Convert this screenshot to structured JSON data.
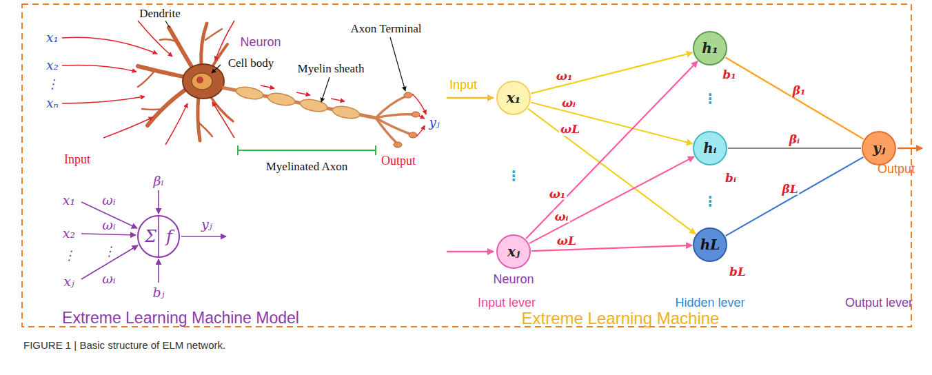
{
  "diagram": {
    "caption": "FIGURE 1 | Basic structure of ELM network.",
    "nodes": [
      {
        "text": [
          "Σ",
          "f"
        ]
      },
      {
        "text": [
          "x₁"
        ]
      },
      {
        "text": [
          "xⱼ"
        ]
      },
      {
        "text": [
          "h₁"
        ]
      },
      {
        "text": [
          "hᵢ"
        ]
      },
      {
        "text": [
          "hL"
        ]
      },
      {
        "text": [
          "yⱼ"
        ]
      }
    ],
    "edges": [
      {
        "from": 1,
        "to": 3,
        "arrow": "to",
        "label": "ω₁"
      },
      {
        "from": 1,
        "to": 4,
        "arrow": "to",
        "label": "ωᵢ"
      },
      {
        "from": 1,
        "to": 5,
        "arrow": "to",
        "label": "ωL"
      },
      {
        "from": 2,
        "to": 3,
        "arrow": "to",
        "label": "ω₁"
      },
      {
        "from": 2,
        "to": 4,
        "arrow": "to",
        "label": "ωᵢ"
      },
      {
        "from": 2,
        "to": 5,
        "arrow": "to",
        "label": "ωL"
      },
      {
        "from": 3,
        "to": 6,
        "arrow": "none",
        "label": "β₁"
      },
      {
        "from": 4,
        "to": 6,
        "arrow": "none",
        "label": "βᵢ"
      },
      {
        "from": 5,
        "to": 6,
        "arrow": "none",
        "label": "βL"
      }
    ],
    "labels": [
      "Dendrite",
      "Neuron",
      "Cell body",
      "Myelin sheath",
      "Axon Terminal",
      "x₁",
      "x₂",
      "⋮",
      "xₙ",
      "yⱼ",
      "Input",
      "Output",
      "Myelinated Axon",
      "x₁",
      "x₂",
      "⋮",
      "xⱼ",
      "ωᵢ",
      "ωᵢ",
      "⋮",
      "ωᵢ",
      "βᵢ",
      "bⱼ",
      "yⱼ",
      "Extreme Learning Machine Model",
      "Input",
      "⋮",
      "Neuron",
      "Input lever",
      "⋮",
      "b₁",
      "⋮",
      "bᵢ",
      "bL",
      "Hidden lever",
      "Output",
      "Output lever",
      "Extreme Learning Machine"
    ]
  }
}
